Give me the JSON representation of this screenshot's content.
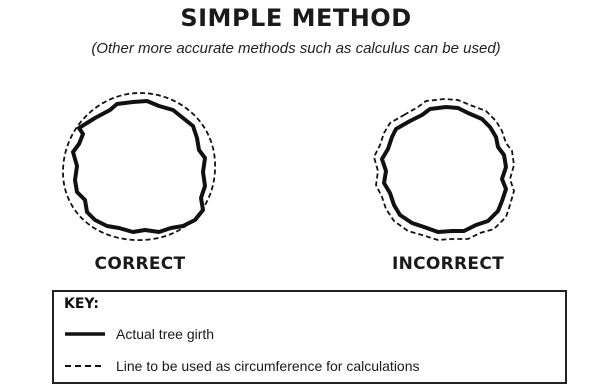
{
  "title": "SIMPLE METHOD",
  "subtitle": "(Other more accurate methods such as calculus can be used)",
  "figures": [
    {
      "label": "CORRECT"
    },
    {
      "label": "INCORRECT"
    }
  ],
  "key": {
    "title": "KEY:",
    "items": [
      {
        "line_style": "solid",
        "label": "Actual tree girth"
      },
      {
        "line_style": "dashed",
        "label": "Line to be used as circumference for  calculations"
      }
    ]
  },
  "colors": {
    "line": "#111111",
    "background": "#ffffff"
  }
}
